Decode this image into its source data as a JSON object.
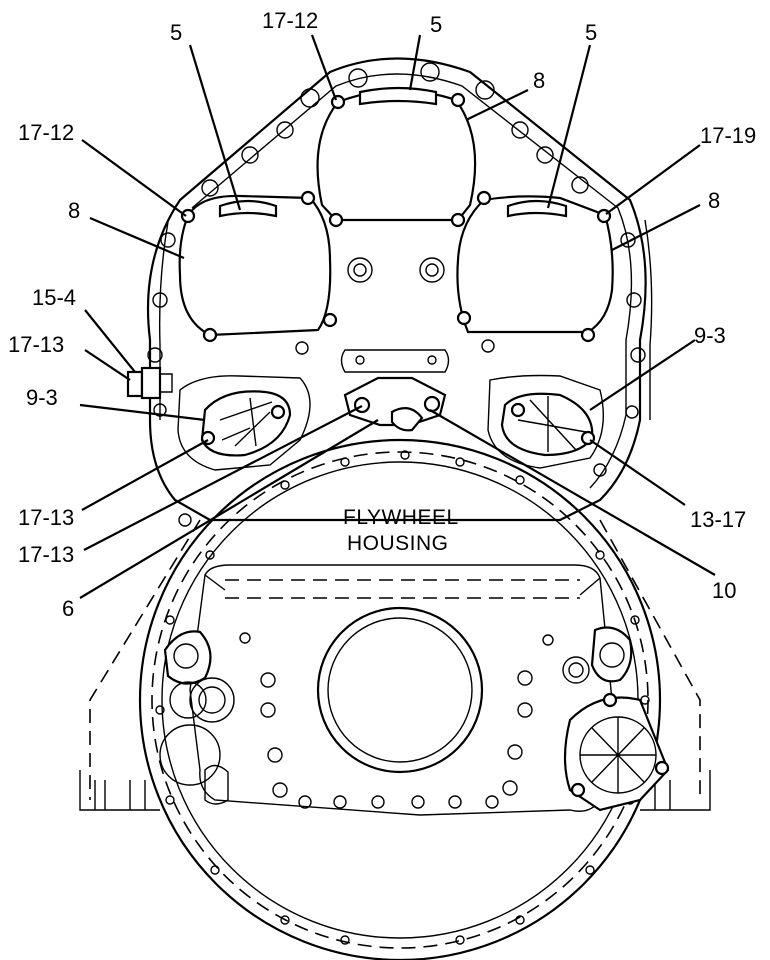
{
  "callouts": {
    "c5_left": "5",
    "c5_top": "5",
    "c5_right": "5",
    "c17_12_top": "17-12",
    "c17_12_left": "17-12",
    "c17_19": "17-19",
    "c8_top": "8",
    "c8_left": "8",
    "c8_right": "8",
    "c15_4": "15-4",
    "c17_13_upper": "17-13",
    "c9_3_left": "9-3",
    "c9_3_right": "9-3",
    "c17_13_mid": "17-13",
    "c17_13_low": "17-13",
    "c13_17": "13-17",
    "c6": "6",
    "c10": "10"
  },
  "housing_label": {
    "line1": "FLYWHEEL",
    "line2": "HOUSING"
  }
}
